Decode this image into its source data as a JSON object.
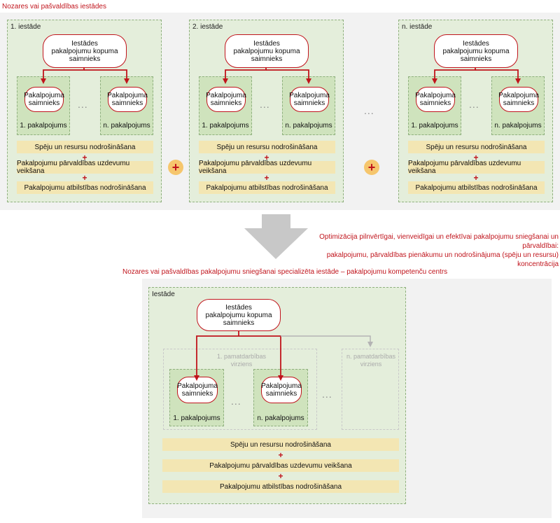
{
  "top_title": "Nozares vai pašvaldības iestādes",
  "top_institutions": [
    {
      "label": "1. iestāde"
    },
    {
      "label": "2. iestāde"
    },
    {
      "label": "n. iestāde"
    }
  ],
  "owner_label": "Iestādes\npakalpojumu kopuma\nsaimnieks",
  "service_owner": "Pakalpojuma\nsaimnieks",
  "service_first": "1. pakalpojums",
  "service_n": "n. pakalpojums",
  "ellipsis": "...",
  "plus": "+",
  "bars": {
    "capability": "Spēju un resursu nodrošināšana",
    "management": "Pakalpojumu pārvaldības uzdevumu veikšana",
    "compliance": "Pakalpojumu atbilstības nodrošināšana"
  },
  "optimization_line1": "Optimizācija pilnvērtīgai, vienveidīgai un efektīvai pakalpojumu sniegšanai un pārvaldībai:",
  "optimization_line2": "pakalpojumu, pārvaldības pienākumu un nodrošinājuma (spēju un resursu) koncentrācija",
  "bottom_title": "Nozares vai pašvaldības pakalpojumu sniegšanai specializēta iestāde – pakalpojumu kompetenču centrs",
  "bottom_institution": "Iestāde",
  "direction_first": "1. pamatdarbības\nvirziens",
  "direction_n": "n. pamatdarbības\nvirziens",
  "colors": {
    "accent_red": "#c0141c",
    "inst_green": "#e4eedb",
    "service_green": "#cfe3bd",
    "bar_yellow": "#f3e6b3",
    "plus_orange": "#f6c66d",
    "arrow_gray": "#b4b4b4"
  }
}
